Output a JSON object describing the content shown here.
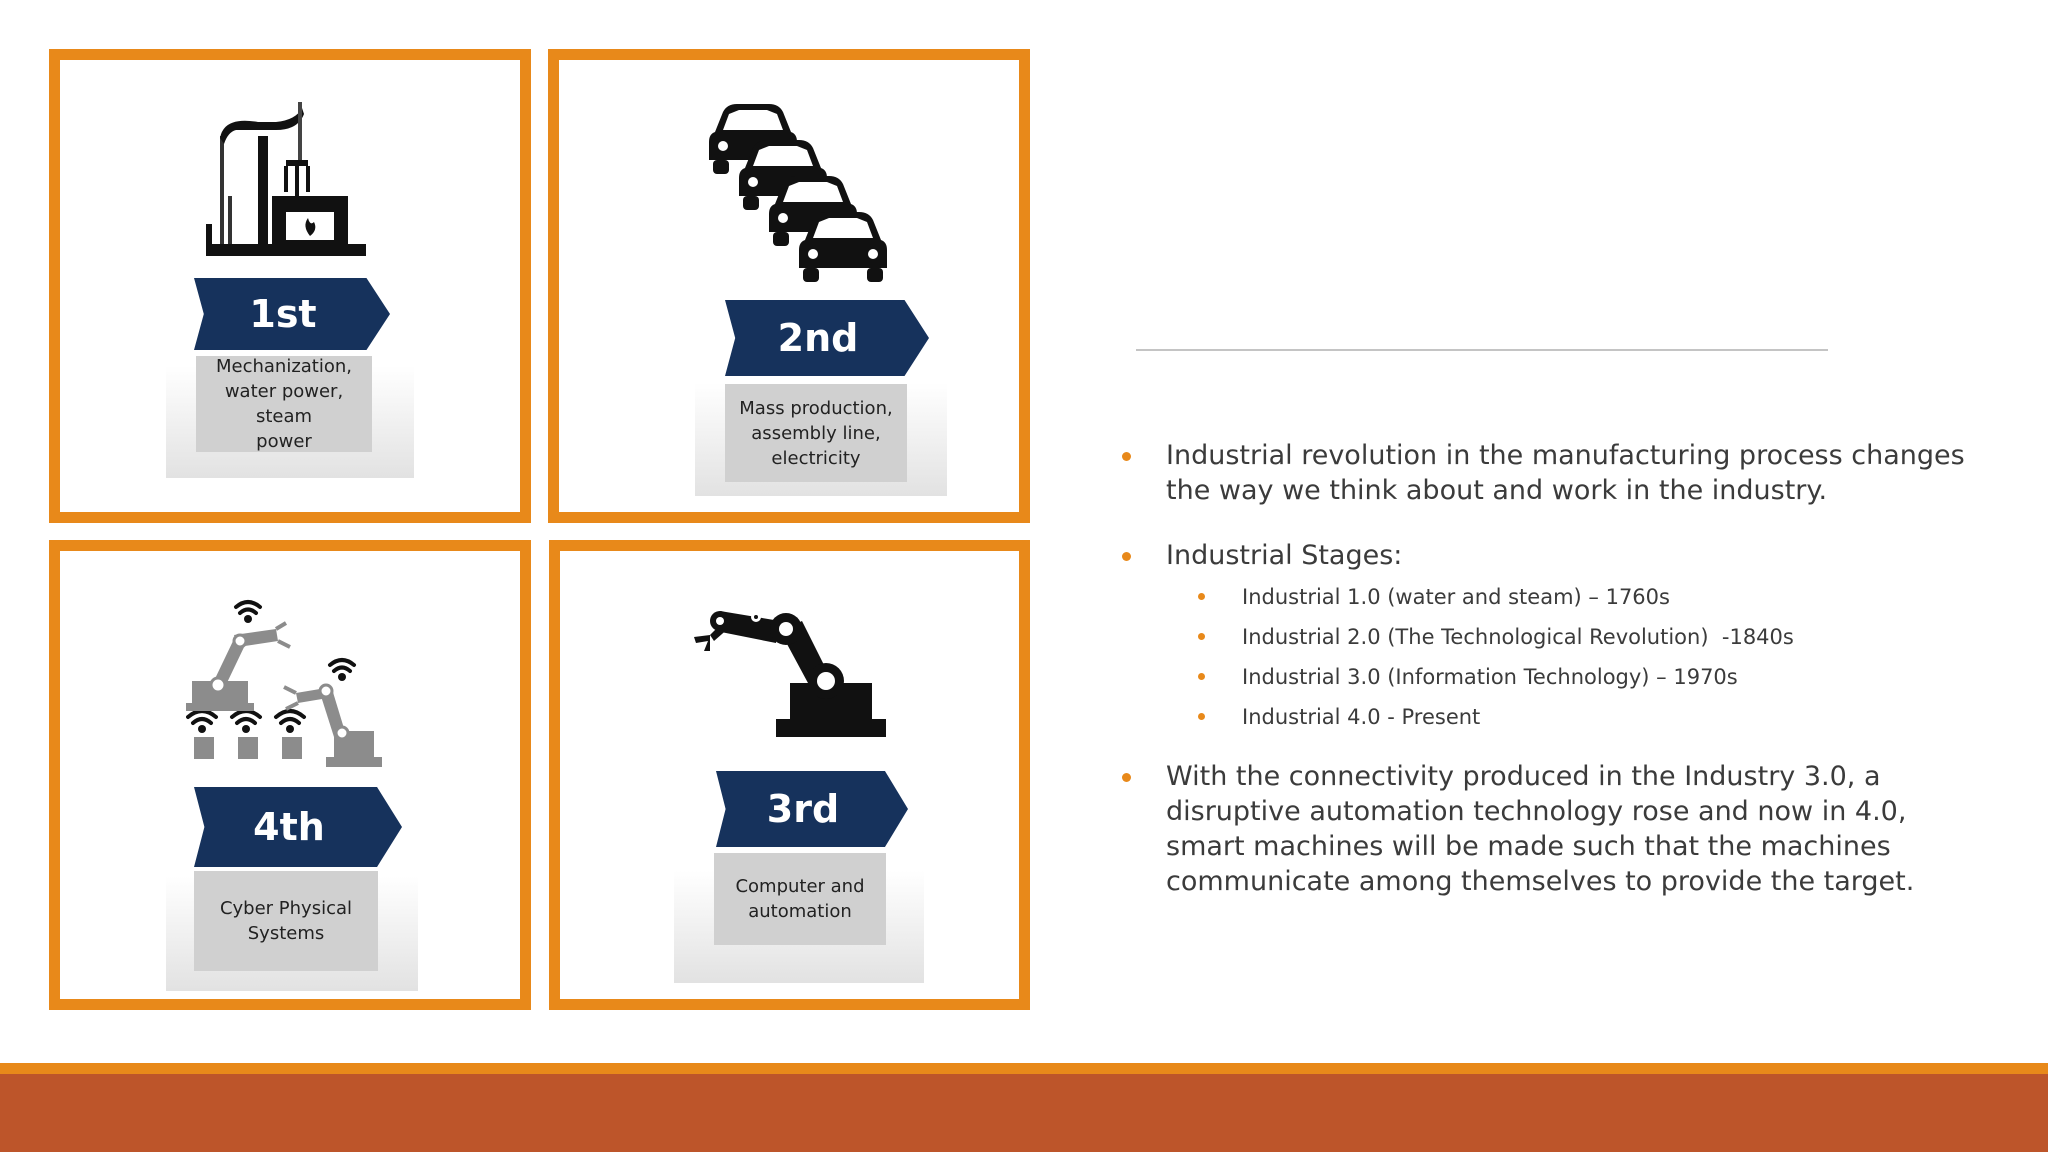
{
  "panels": {
    "first": {
      "stage": "1st",
      "description": "Mechanization,\nwater power, steam\npower"
    },
    "second": {
      "stage": "2nd",
      "description": "Mass production,\nassembly line,\nelectricity"
    },
    "fourth": {
      "stage": "4th",
      "description": "Cyber Physical\nSystems"
    },
    "third": {
      "stage": "3rd",
      "description": "Computer and\nautomation"
    }
  },
  "content": {
    "bullet_1": "Industrial revolution in the manufacturing process changes the way we think about and work in the industry.",
    "bullet_2": "Industrial Stages:",
    "stages": [
      "Industrial 1.0 (water and steam) – 1760s",
      "Industrial 2.0 (The Technological Revolution)  -1840s",
      "Industrial 3.0 (Information Technology) – 1970s",
      "Industrial 4.0 - Present"
    ],
    "bullet_3": "With the connectivity produced in the Industry 3.0, a disruptive automation technology rose and now in 4.0, smart machines will be made such that the machines communicate among themselves to provide the target."
  },
  "colors": {
    "accent_orange": "#e8891a",
    "footer_rust": "#bd552a",
    "chevron_navy": "#16325c",
    "label_gray": "#d0d0d0"
  },
  "icons": {
    "first": "steam-pump-icon",
    "second": "cars-assembly-icon",
    "fourth": "connected-robot-arms-icon",
    "third": "robot-arm-icon"
  }
}
